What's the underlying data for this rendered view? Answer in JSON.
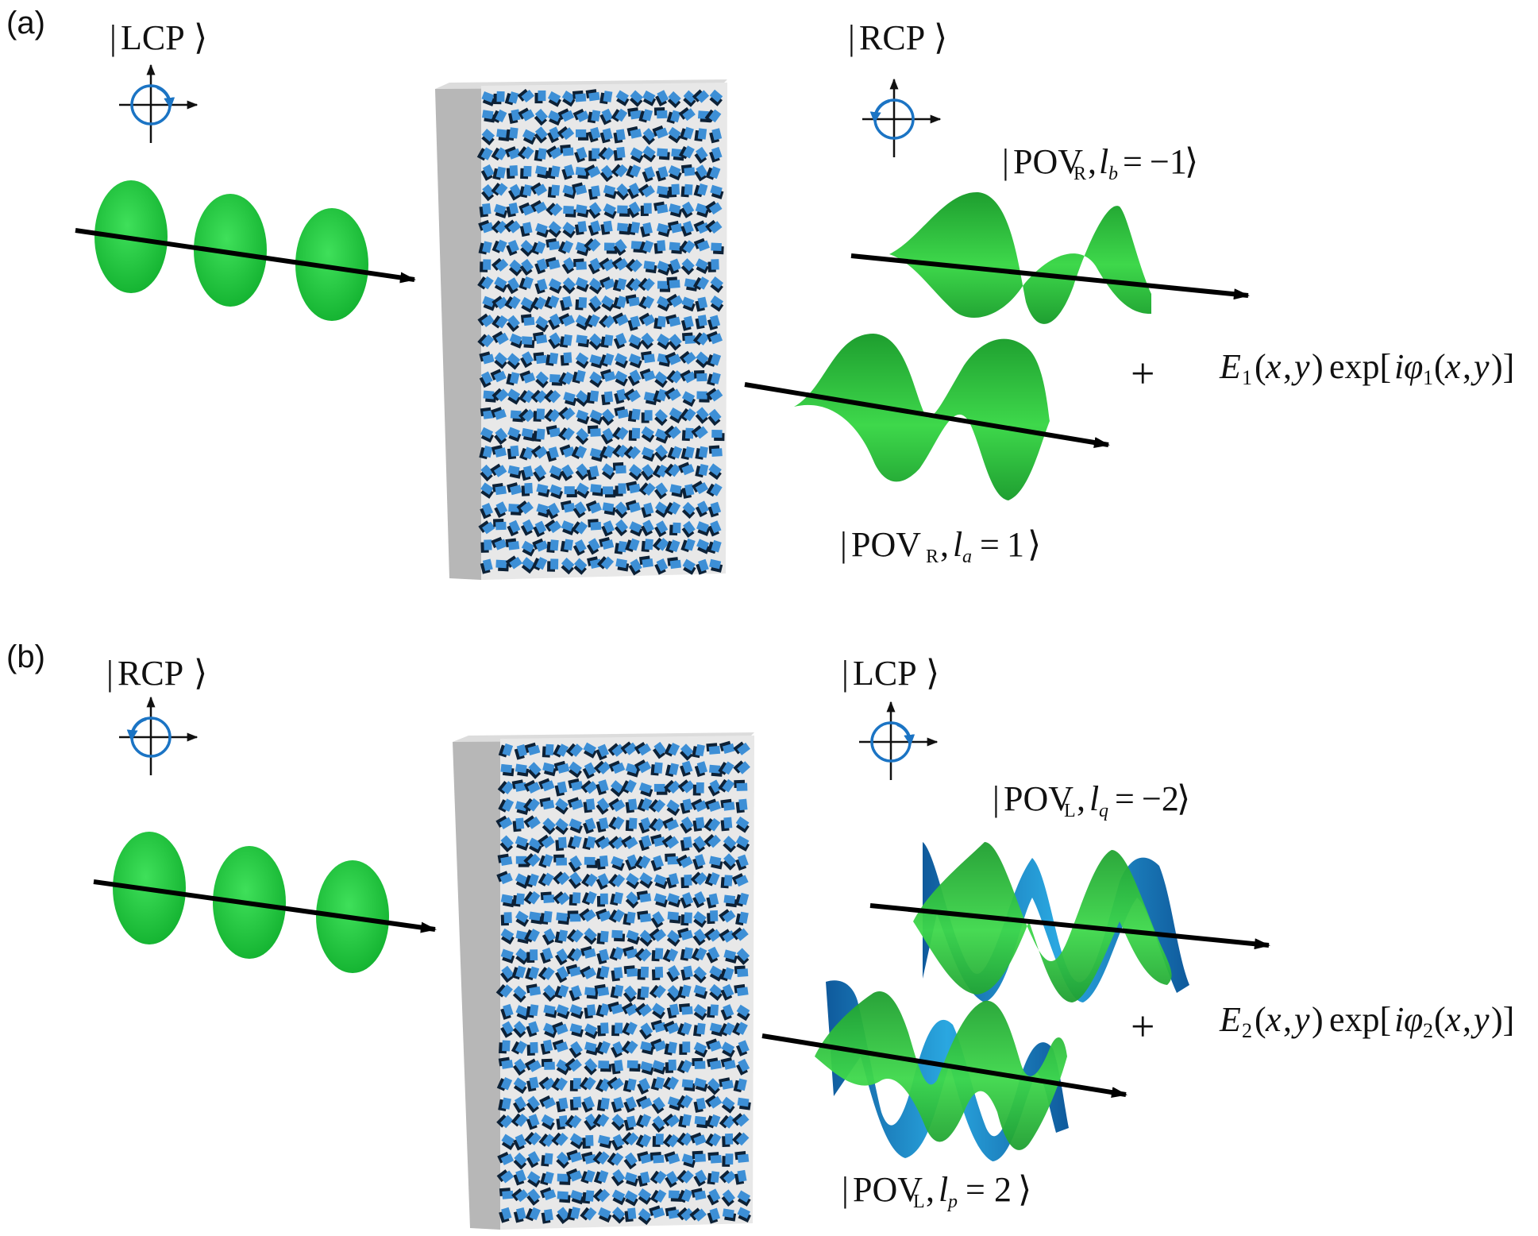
{
  "panels": [
    {
      "label": "(a)",
      "input_state": "LCP",
      "output_state": "RCP",
      "beam_top": {
        "state": "POV",
        "state_sub": "R",
        "l_sub": "b",
        "value": "−1"
      },
      "beam_bottom": {
        "state": "POV",
        "state_sub": "R",
        "l_sub": "a",
        "value": "1"
      },
      "plus": "+",
      "field": {
        "amp": "E",
        "idx": "1",
        "phase": "φ"
      }
    },
    {
      "label": "(b)",
      "input_state": "RCP",
      "output_state": "LCP",
      "beam_top": {
        "state": "POV",
        "state_sub": "L",
        "l_sub": "q",
        "value": "−2"
      },
      "beam_bottom": {
        "state": "POV",
        "state_sub": "L",
        "l_sub": "p",
        "value": "2"
      },
      "plus": "+",
      "field": {
        "amp": "E",
        "idx": "2",
        "phase": "φ"
      }
    }
  ],
  "colors": {
    "disk_green": "#18c83a",
    "wave_green": "#2fbf3c",
    "wave_blue": "#1f6fb5",
    "pillar_blue": "#3d8fd6",
    "pillar_dark": "#0d2136",
    "substrate": "#c9c9c9",
    "arrow": "#000000",
    "polarization_icon": "#1b74c4"
  }
}
